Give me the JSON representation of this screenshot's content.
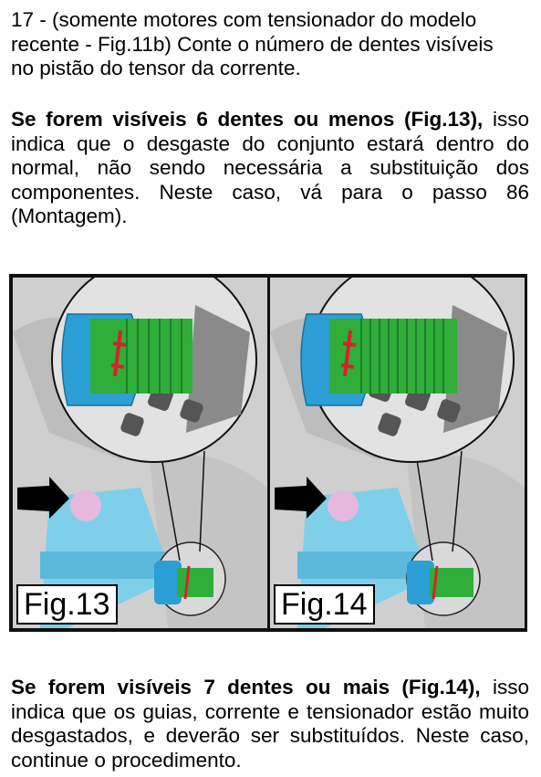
{
  "step_text": {
    "line1": "17 - (somente motores com tensionador do modelo",
    "line2": "recente - Fig.11b) Conte o número de dentes visíveis",
    "line3": "no pistão do tensor da corrente."
  },
  "case_few": {
    "bold": "Se forem visíveis 6 dentes ou menos (Fig.13),",
    "text": " isso indica que o desgaste do conjunto estará dentro do normal, não sendo necessária a substituição dos componentes. Neste caso, vá para o passo 86 (Montagem)."
  },
  "case_many": {
    "bold": "Se forem visíveis 7 dentes ou mais (Fig.14),",
    "text": " isso indica que os guias, corrente e tensionador estão muito desgastados, e deverão ser substituídos. Neste caso, continue o procedimento."
  },
  "figures": {
    "fig13_label": "Fig.13",
    "fig14_label": "Fig.14"
  },
  "colors": {
    "piston_green": "#2fae3a",
    "body_blue": "#2b9fd6",
    "marker_red": "#d4232a",
    "frame": "#111111"
  }
}
